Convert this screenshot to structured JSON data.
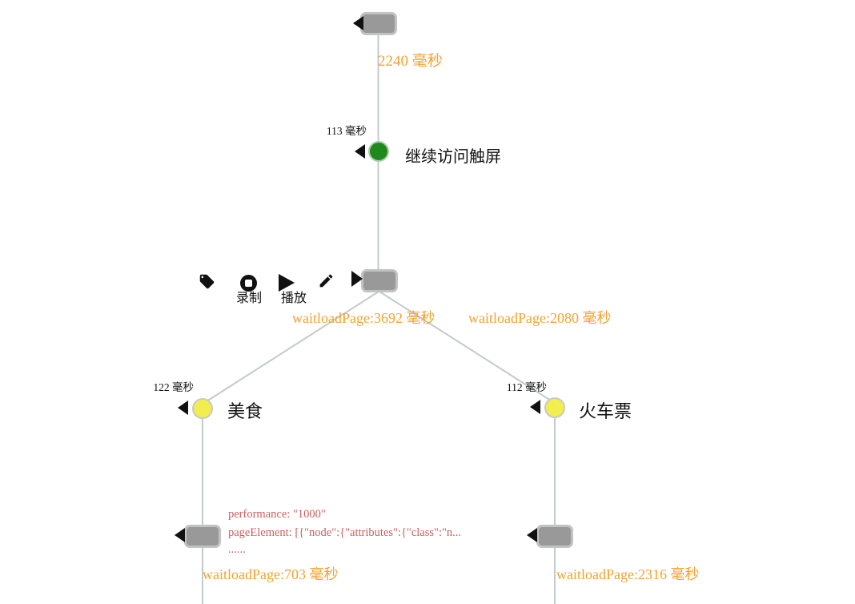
{
  "colors": {
    "orange": "#f2a232",
    "detail_red": "#cc5f5f",
    "node_gray": "#999999",
    "node_border": "#c3c3c3",
    "green_node": "#1e8a1e",
    "yellow_node": "#f2ee4e",
    "edge": "#c2cbcb",
    "icon_black": "#111111"
  },
  "toolbar": {
    "record_label": "录制",
    "play_label": "播放",
    "icons": [
      "tag-icon",
      "stop-icon",
      "play-icon",
      "pencil-icon"
    ]
  },
  "nodes": {
    "start": {
      "duration": "2240 毫秒"
    },
    "touch": {
      "time": "113 毫秒",
      "label": "继续访问触屏"
    },
    "branch": {
      "wait_left": "waitloadPage:3692 毫秒",
      "wait_right": "waitloadPage:2080 毫秒"
    },
    "food": {
      "time": "122 毫秒",
      "label": "美食",
      "wait": "waitloadPage:703 毫秒"
    },
    "train": {
      "time": "112 毫秒",
      "label": "火车票",
      "wait": "waitloadPage:2316 毫秒"
    },
    "food_step": {
      "details": [
        "performance: \"1000\"",
        "pageElement: [{\"node\":{\"attributes\":{\"class\":\"n...",
        "......"
      ]
    }
  }
}
